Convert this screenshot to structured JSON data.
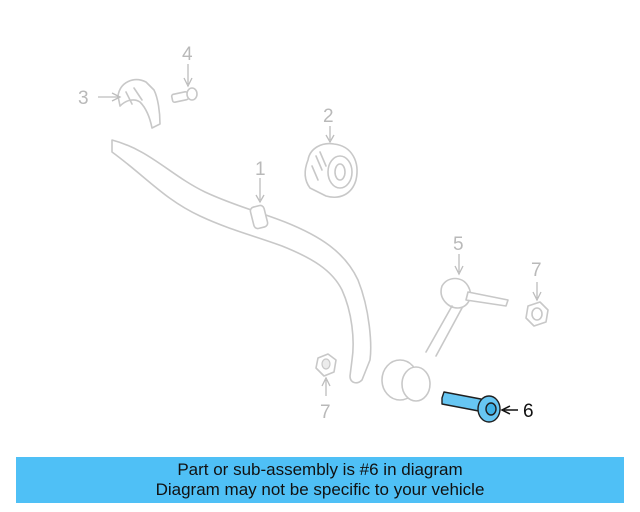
{
  "diagram": {
    "callouts": [
      {
        "number": "1",
        "active": false
      },
      {
        "number": "2",
        "active": false
      },
      {
        "number": "3",
        "active": false
      },
      {
        "number": "4",
        "active": false
      },
      {
        "number": "5",
        "active": false
      },
      {
        "number": "6",
        "active": true
      },
      {
        "number": "7",
        "active": false
      },
      {
        "number": "7",
        "active": false
      }
    ],
    "colors": {
      "highlight": "#67c6f2",
      "ghost_line": "#c8c8c8",
      "banner": "#4fc0f6"
    }
  },
  "banner": {
    "line1": "Part or sub-assembly is #6 in diagram",
    "line2": "Diagram may not be specific to your vehicle"
  }
}
